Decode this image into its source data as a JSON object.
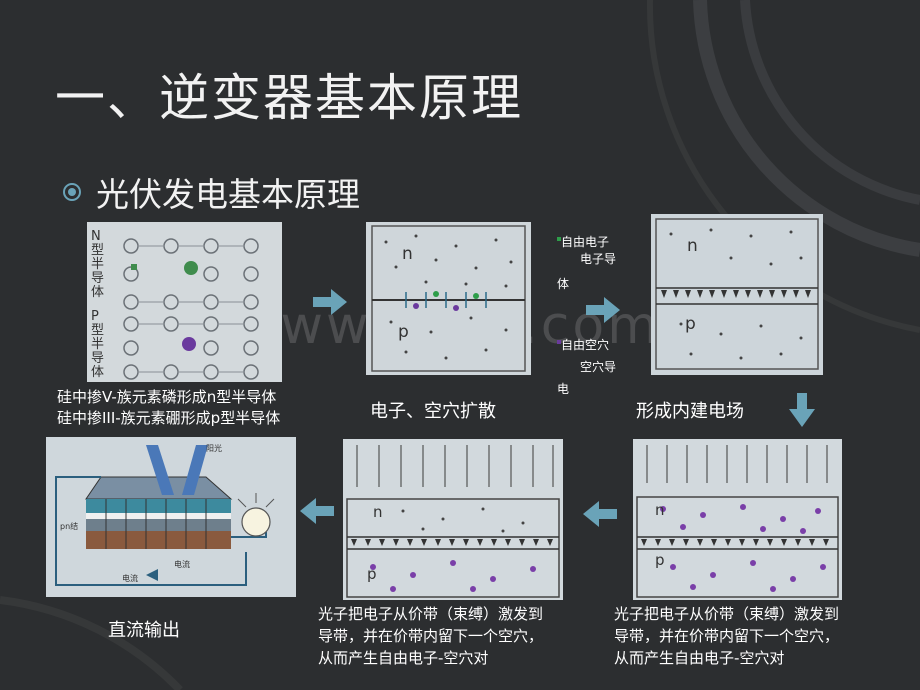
{
  "slide": {
    "title": "一、逆变器基本原理",
    "subtitle": "光伏发电基本原理",
    "bullet_icon": "circle-bullet-icon",
    "accent_color": "#6aa3b8",
    "background_color": "#2c2e30"
  },
  "watermark": "www.zixin.com.cn",
  "panels": {
    "doping": {
      "n_label": "N型半导体",
      "p_label": "P型半导体",
      "caption_line1": "硅中掺V-族元素磷形成n型半导体",
      "caption_line2": "硅中掺III-族元素硼形成p型半导体"
    },
    "diffusion": {
      "n_mark": "n",
      "p_mark": "p",
      "caption": "电子、空穴扩散"
    },
    "legend": {
      "free_electron": "自由电子",
      "electron_conductor_line1": "电子导",
      "electron_conductor_line2": "体",
      "free_hole": "自由空穴",
      "hole_conductor_line1": "空穴导",
      "hole_conductor_line2": "电",
      "electron_color": "#2e9e4a",
      "hole_color": "#6a3a9e"
    },
    "field": {
      "n_mark": "n",
      "p_mark": "p",
      "caption": "形成内建电场"
    },
    "excitation_right": {
      "n_mark": "n",
      "p_mark": "p",
      "caption_line1": "光子把电子从价带（束缚）激发到",
      "caption_line2": "导带，并在价带内留下一个空穴，",
      "caption_line3": "从而产生自由电子-空穴对"
    },
    "excitation_mid": {
      "n_mark": "n",
      "p_mark": "p",
      "caption_line1": "光子把电子从价带（束缚）激发到",
      "caption_line2": "导带，并在价带内留下一个空穴，",
      "caption_line3": "从而产生自由电子-空穴对"
    },
    "dc_output": {
      "sunlight_label": "阳光",
      "pn_label": "pn结",
      "current_label_top": "电流",
      "current_label_bottom": "电流",
      "caption": "直流输出"
    }
  }
}
